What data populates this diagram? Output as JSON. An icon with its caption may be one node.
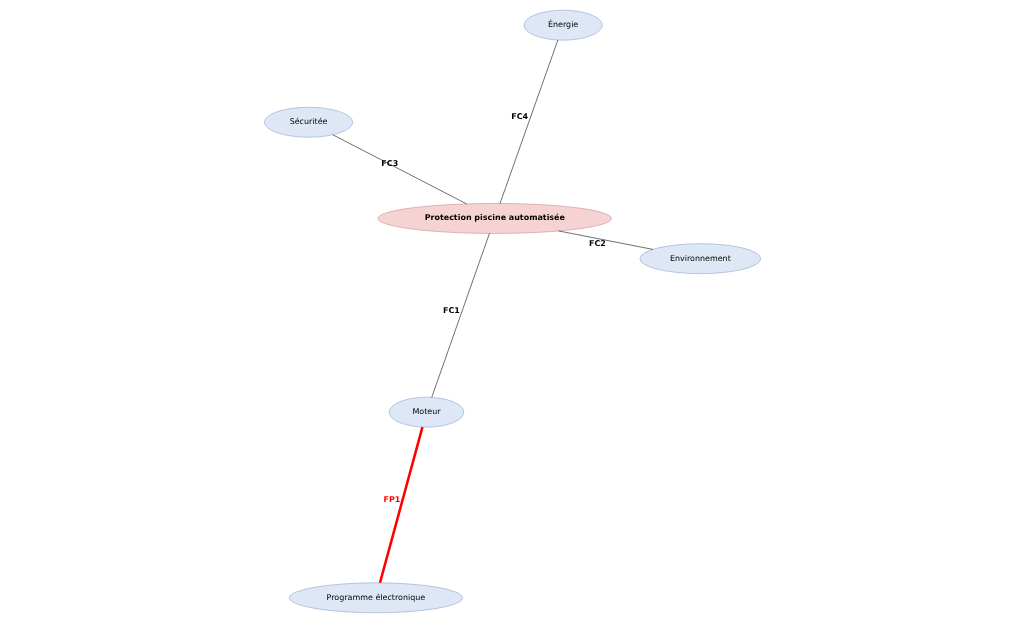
{
  "diagram": {
    "nodes": [
      {
        "text": [
          "Moteur"
        ]
      },
      {
        "text": [
          "Programme électronique"
        ]
      },
      {
        "text": [
          "Environnement"
        ]
      },
      {
        "text": [
          "Protection piscine automatisée"
        ]
      },
      {
        "text": [
          "Énergie"
        ]
      },
      {
        "text": [
          "Sécuritée"
        ]
      }
    ],
    "edges": [
      {
        "from": 1,
        "to": 0,
        "arrow": "none",
        "label": "FP1",
        "color": "#ff0000",
        "style": "thick"
      },
      {
        "from": 0,
        "to": 3,
        "arrow": "none",
        "label": "FC1"
      },
      {
        "from": 2,
        "to": 3,
        "arrow": "none",
        "label": "FC2"
      },
      {
        "from": 3,
        "to": 5,
        "arrow": "none",
        "label": "FC3"
      },
      {
        "from": 4,
        "to": 3,
        "arrow": "none",
        "label": "FC4"
      }
    ]
  }
}
